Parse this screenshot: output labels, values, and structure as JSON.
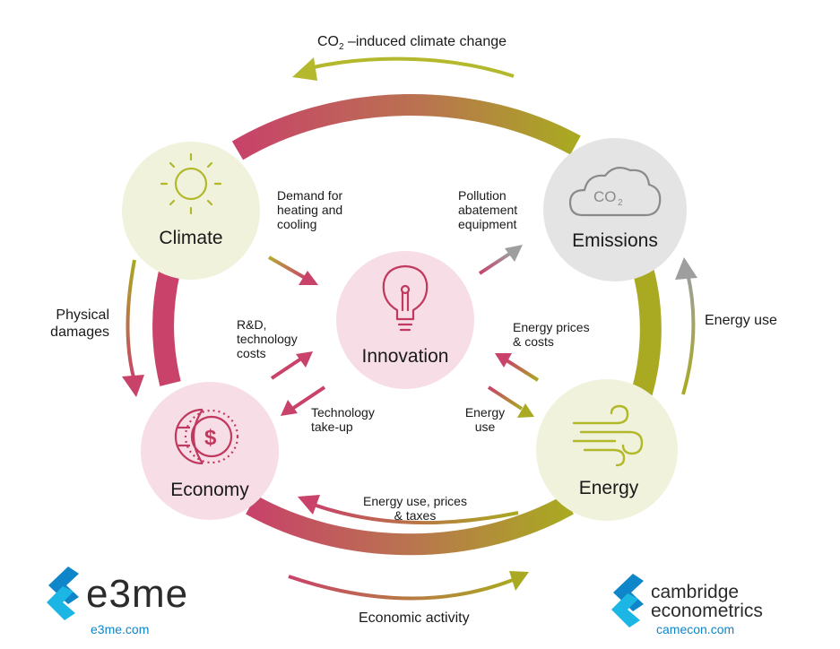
{
  "colors": {
    "ring_red": "#c8426a",
    "ring_brown": "#b9744f",
    "ring_olive": "#a9aa21",
    "climate_fill": "#f0f2dc",
    "emissions_fill": "#e3e3e3",
    "innovation_fill": "#f7dde5",
    "economy_fill": "#f7dde5",
    "energy_fill": "#f0f2dc",
    "icon_olive": "#b2b82a",
    "icon_pink": "#c0395f",
    "icon_grey": "#8a8a8a",
    "brand_blue": "#0e86c9"
  },
  "top_flow": {
    "prefix": "CO",
    "subscript": "2",
    "suffix": " –induced climate change"
  },
  "nodes": {
    "climate": {
      "title": "Climate",
      "icon": "sun-icon"
    },
    "emissions": {
      "title": "Emissions",
      "icon": "co2-cloud-icon",
      "icon_text": "CO",
      "icon_sub": "2"
    },
    "innovation": {
      "title": "Innovation",
      "icon": "lightbulb-icon"
    },
    "economy": {
      "title": "Economy",
      "icon": "dollar-globe-icon"
    },
    "energy": {
      "title": "Energy",
      "icon": "wind-icon"
    }
  },
  "labels": {
    "demand_heating_cooling": "Demand for\nheating and\ncooling",
    "pollution_abatement": "Pollution\nabatement\nequipment",
    "physical_damages": "Physical\ndamages",
    "energy_use_right": "Energy use",
    "rd_technology_costs": "R&D,\ntechnology\ncosts",
    "energy_prices_costs": "Energy prices\n & costs",
    "technology_takeup": "Technology\ntake-up",
    "energy_use_inner": "Energy\nuse",
    "energy_use_prices_taxes": "Energy use, prices\n& taxes",
    "economic_activity": "Economic activity"
  },
  "logos": {
    "e3me": {
      "name": "e3me",
      "url": "e3me.com"
    },
    "camecon": {
      "name_line1": "cambridge",
      "name_line2": "econometrics",
      "url": "camecon.com"
    }
  }
}
